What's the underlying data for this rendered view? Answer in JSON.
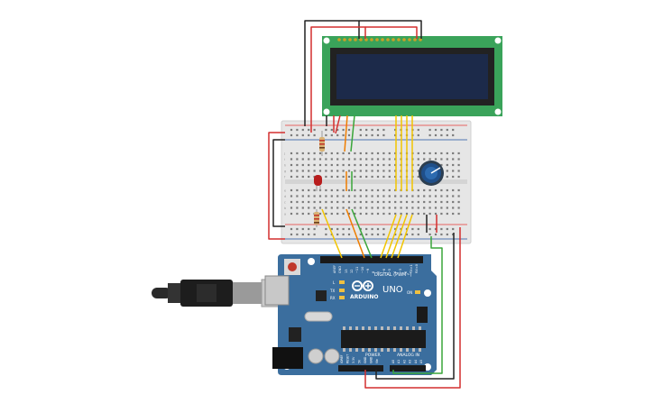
{
  "board": {
    "brand_label": "ARDUINO",
    "model_label": "UNO",
    "digital_header_label": "DIGITAL (PWM~)",
    "power_label": "POWER",
    "analog_label": "ANALOG IN",
    "tx_label": "TX",
    "rx_label": "RX",
    "l_label": "L",
    "on_label": "ON",
    "aref_label": "AREF",
    "gnd_label": "GND",
    "digital_pins": [
      "13",
      "12",
      "~11",
      "~10",
      "~9",
      "8",
      "7",
      "~6",
      "~5",
      "4",
      "~3",
      "2",
      "TX>1",
      "RX<0"
    ],
    "power_pins": [
      "IOREF",
      "RESET",
      "3.3V",
      "5V",
      "GND",
      "GND",
      "Vin"
    ],
    "analog_pins": [
      "A0",
      "A1",
      "A2",
      "A3",
      "A4",
      "A5"
    ]
  },
  "breadboard": {
    "row_letters_top": [
      "j",
      "i",
      "h",
      "g",
      "f"
    ],
    "row_letters_bottom": [
      "e",
      "d",
      "c",
      "b",
      "a"
    ]
  },
  "colors": {
    "board_blue": "#3b6e9e",
    "lcd_green": "#3aa35a",
    "lcd_screen": "#1c2a4a",
    "wire_red": "#d32f2f",
    "wire_black": "#222222",
    "wire_yellow": "#f2c500",
    "wire_orange": "#ef7d00",
    "wire_green": "#3aa63a",
    "led_red": "#b81d1d",
    "pot_blue": "#1f4f8a"
  }
}
